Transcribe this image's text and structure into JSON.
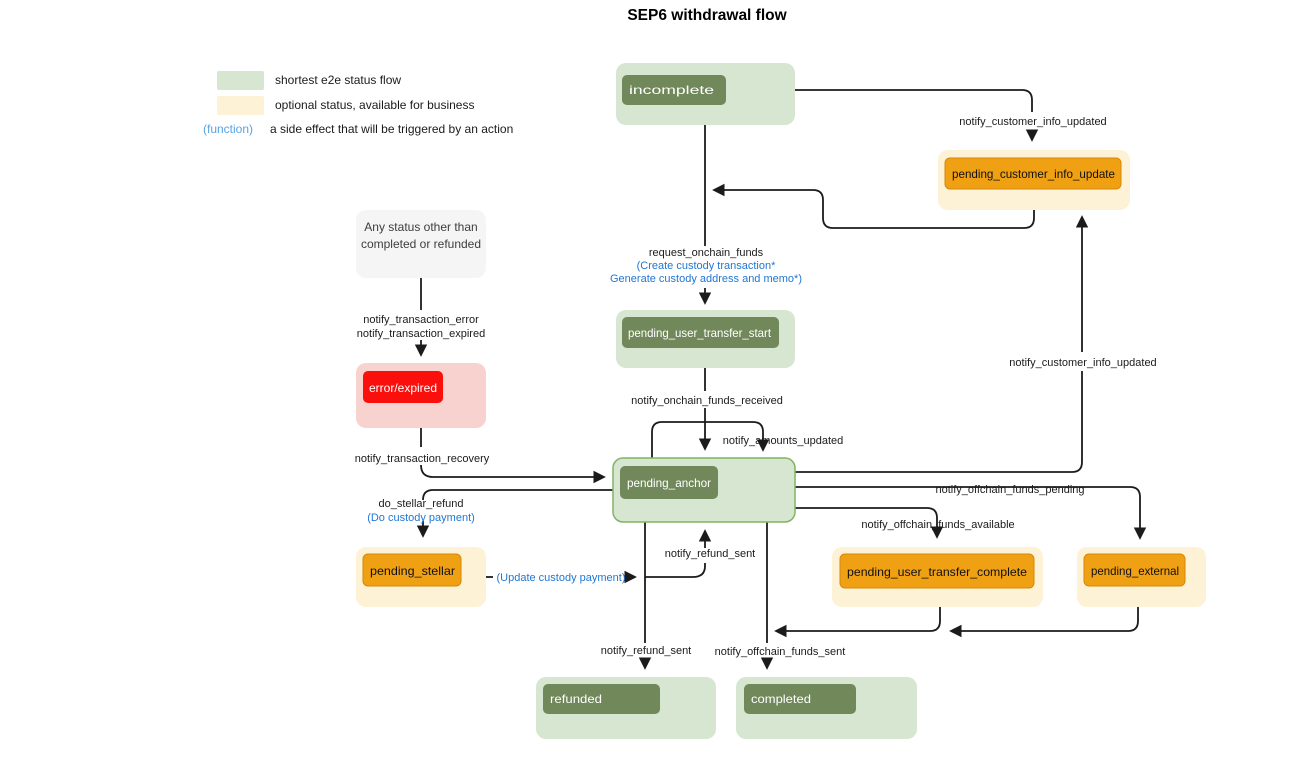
{
  "title": "SEP6 withdrawal flow",
  "legend": {
    "shortest": "shortest e2e status flow",
    "optional": "optional status, available for business",
    "function_word": "(function)",
    "function_desc": "a side effect that will be triggered by an action"
  },
  "nodes": {
    "incomplete": "incomplete",
    "pending_customer_info_update": "pending_customer_info_update",
    "pending_user_transfer_start": "pending_user_transfer_start",
    "pending_anchor": "pending_anchor",
    "any_status_line1": "Any status other than",
    "any_status_line2": "completed or refunded",
    "error_expired": "error/expired",
    "pending_stellar": "pending_stellar",
    "pending_user_transfer_complete": "pending_user_transfer_complete",
    "pending_external": "pending_external",
    "refunded": "refunded",
    "completed": "completed"
  },
  "edges": {
    "notify_customer_info_updated_top": "notify_customer_info_updated",
    "request_onchain_funds": "request_onchain_funds",
    "request_onchain_funds_fn1": "(Create custody transaction*",
    "request_onchain_funds_fn2": "Generate custody address and memo*)",
    "notify_onchain_funds_received": "notify_onchain_funds_received",
    "notify_amounts_updated": "notify_amounts_updated",
    "notify_transaction_error": "notify_transaction_error",
    "notify_transaction_expired": "notify_transaction_expired",
    "notify_transaction_recovery": "notify_transaction_recovery",
    "do_stellar_refund": "do_stellar_refund",
    "do_stellar_refund_fn": "(Do custody payment)",
    "update_custody_payment_fn": "(Update custody payment)",
    "notify_refund_sent_mid": "notify_refund_sent",
    "notify_refund_sent_bottom": "notify_refund_sent",
    "notify_offchain_funds_sent": "notify_offchain_funds_sent",
    "notify_customer_info_updated_right": "notify_customer_info_updated",
    "notify_offchain_funds_pending": "notify_offchain_funds_pending",
    "notify_offchain_funds_available": "notify_offchain_funds_available"
  },
  "colors": {
    "green_light": "#d6e6d0",
    "green_dark": "#71885b",
    "green_border": "#82b366",
    "yellow_light": "#fdf2d5",
    "orange": "#efa013",
    "orange_border": "#d48908",
    "red": "#fa0f0c",
    "red_light": "#f8d2cf",
    "gray_node": "#f5f5f5",
    "line": "#1b1b1b",
    "function_blue": "#2277d4",
    "legend_function_blue": "#5aa3e2"
  }
}
